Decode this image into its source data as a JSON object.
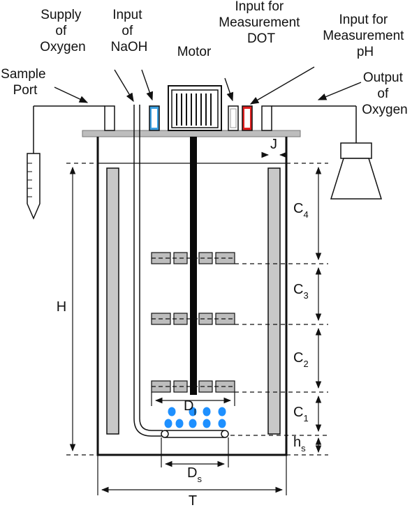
{
  "labels": {
    "sample_port": [
      "Sample",
      "Port"
    ],
    "supply_oxygen": [
      "Supply",
      "of",
      "Oxygen"
    ],
    "input_naoh": [
      "Input",
      "of",
      "NaOH"
    ],
    "motor": "Motor",
    "input_dot": [
      "Input for",
      "Measurement",
      "DOT"
    ],
    "input_ph": [
      "Input for",
      "Measurement",
      "pH"
    ],
    "output_oxygen": [
      "Output",
      "of",
      "Oxygen"
    ]
  },
  "dimensions": {
    "J": "J",
    "H": "H",
    "T": "T",
    "C4": {
      "main": "C",
      "sub": "4"
    },
    "C3": {
      "main": "C",
      "sub": "3"
    },
    "C2": {
      "main": "C",
      "sub": "2"
    },
    "C1": {
      "main": "C",
      "sub": "1"
    },
    "hs": {
      "main": "h",
      "sub": "s"
    },
    "Di": {
      "main": "D",
      "sub": "I"
    },
    "Ds": {
      "main": "D",
      "sub": "s"
    }
  },
  "colors": {
    "line": "#111111",
    "baffle": "#c8c8c8",
    "plate": "#bdbdbd",
    "shaft": "#0a0a0a",
    "naoh_port": "#3a9fe0",
    "ph_port": "#e02020",
    "bubbles": "#1e90ff"
  },
  "icons": [
    "motor-icon",
    "sample-tube-icon",
    "oxygen-flask-icon",
    "sparger-icon",
    "impeller-icon"
  ]
}
